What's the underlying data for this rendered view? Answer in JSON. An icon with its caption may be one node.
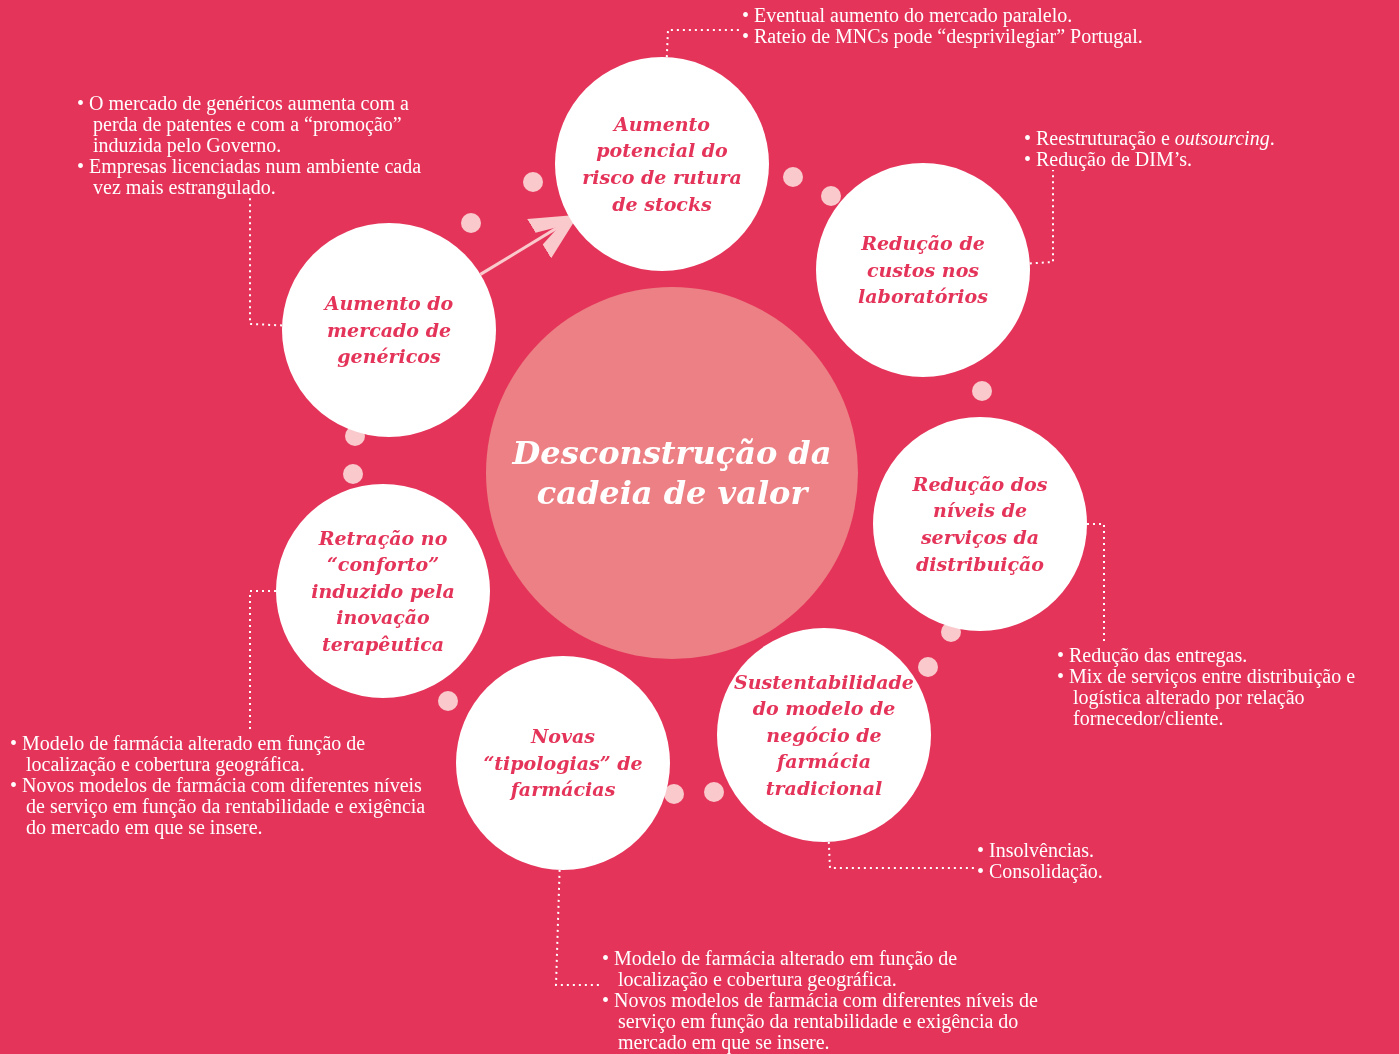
{
  "diagram": {
    "nodes": [
      {
        "text": [
          "Desconstrução da cadeia de valor"
        ]
      },
      {
        "text": [
          "Aumento potencial do risco de rutura de stocks"
        ]
      },
      {
        "text": [
          "Redução de custos nos laboratórios"
        ]
      },
      {
        "text": [
          "Redução dos níveis de serviços da distribuição"
        ]
      },
      {
        "text": [
          "Sustentabilidade do modelo de negócio de farmácia tradicional"
        ]
      },
      {
        "text": [
          "Novas “tipologias” de farmácias"
        ]
      },
      {
        "text": [
          "Retração no “conforto” induzido pela inovação terapêutica"
        ]
      },
      {
        "text": [
          "Aumento do mercado de genéricos"
        ]
      },
      {
        "text": [
          "• Eventual aumento do mercado paralelo.",
          "• Rateio de MNCs pode “desprivilegiar” Portugal."
        ]
      },
      {
        "text": [
          "• Reestruturação e *outsourcing*.",
          "• Redução de DIM’s."
        ]
      },
      {
        "text": [
          "• Redução das entregas.",
          "• Mix de serviços entre distribuição e logística alterado por relação fornecedor/cliente."
        ]
      },
      {
        "text": [
          "• Insolvências.",
          "• Consolidação."
        ]
      },
      {
        "text": [
          "• Modelo de farmácia alterado em função de localização e cobertura geográfica.",
          "• Novos modelos de farmácia com diferentes níveis de serviço em função da rentabilidade e exigência do mercado em que se insere."
        ]
      },
      {
        "text": [
          "• Modelo de farmácia alterado em função de localização e cobertura geográfica.",
          "• Novos modelos de farmácia com diferentes níveis de serviço em função da rentabilidade e exigência do mercado em que se insere."
        ]
      },
      {
        "text": [
          "• O mercado de genéricos aumenta com a perda de patentes e com a “promoção” induzida pelo Governo.",
          "• Empresas licenciadas num ambiente cada vez mais estrangulado."
        ]
      }
    ],
    "edges": [
      {
        "from": 1,
        "to": 8,
        "arrow": "none",
        "style": "dashed"
      },
      {
        "from": 2,
        "to": 9,
        "arrow": "none",
        "style": "dashed"
      },
      {
        "from": 3,
        "to": 10,
        "arrow": "none",
        "style": "dashed"
      },
      {
        "from": 4,
        "to": 11,
        "arrow": "none",
        "style": "dashed"
      },
      {
        "from": 5,
        "to": 12,
        "arrow": "none",
        "style": "dashed"
      },
      {
        "from": 6,
        "to": 13,
        "arrow": "none",
        "style": "dashed"
      },
      {
        "from": 7,
        "to": 14,
        "arrow": "none",
        "style": "dashed"
      },
      {
        "from": 7,
        "to": 1,
        "arrow": "to",
        "color": "#f9c9cc"
      }
    ]
  }
}
